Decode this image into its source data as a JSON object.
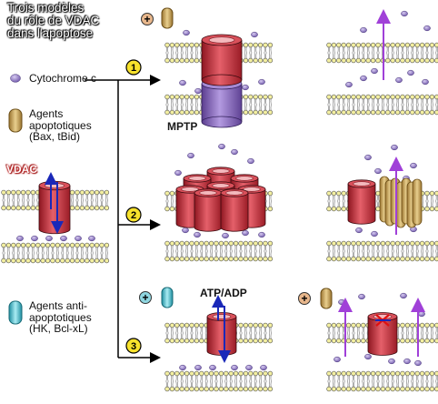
{
  "title_lines": [
    "Trois modèles",
    "du rôle de VDAC",
    "dans l'apoptose"
  ],
  "legend": {
    "cytochrome": "Cytochrome c",
    "pro_agents": [
      "Agents",
      "apoptotiques",
      "(Bax, tBid)"
    ],
    "anti_agents": [
      "Agents anti-",
      "apoptotiques",
      "(HK, Bcl-xL)"
    ]
  },
  "labels": {
    "vdac": "VDAC",
    "mptp": "MPTP",
    "atp_adp": "ATP/ADP"
  },
  "step_numbers": [
    "1",
    "2",
    "3"
  ],
  "plus_sign": "+",
  "colors": {
    "membrane_head": "#f3efa0",
    "membrane_outline": "#555555",
    "vdac_red": "#d03a45",
    "mptp_purple": "#8e6fbf",
    "cytochrome": "#8f7ac2",
    "agent_tan": "#d7b46a",
    "anti_agent_cyan": "#56c0d0",
    "arrow_violet": "#a040d8",
    "arrow_blue": "#1a28b8",
    "badge_yellow": "#f7e22c"
  }
}
